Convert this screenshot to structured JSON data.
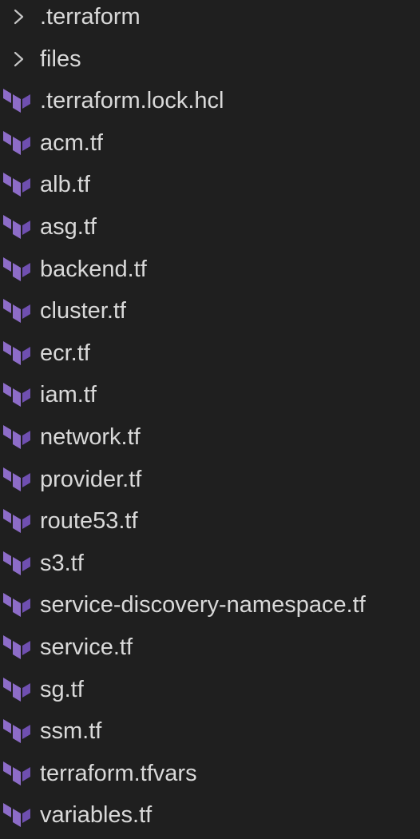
{
  "explorer": {
    "items": [
      {
        "type": "folder",
        "label": ".terraform",
        "icon": "chevron-right-icon",
        "expanded": false
      },
      {
        "type": "folder",
        "label": "files",
        "icon": "chevron-right-icon",
        "expanded": false
      },
      {
        "type": "file",
        "label": ".terraform.lock.hcl",
        "icon": "terraform-icon"
      },
      {
        "type": "file",
        "label": "acm.tf",
        "icon": "terraform-icon"
      },
      {
        "type": "file",
        "label": "alb.tf",
        "icon": "terraform-icon"
      },
      {
        "type": "file",
        "label": "asg.tf",
        "icon": "terraform-icon"
      },
      {
        "type": "file",
        "label": "backend.tf",
        "icon": "terraform-icon"
      },
      {
        "type": "file",
        "label": "cluster.tf",
        "icon": "terraform-icon"
      },
      {
        "type": "file",
        "label": "ecr.tf",
        "icon": "terraform-icon"
      },
      {
        "type": "file",
        "label": "iam.tf",
        "icon": "terraform-icon"
      },
      {
        "type": "file",
        "label": "network.tf",
        "icon": "terraform-icon"
      },
      {
        "type": "file",
        "label": "provider.tf",
        "icon": "terraform-icon"
      },
      {
        "type": "file",
        "label": "route53.tf",
        "icon": "terraform-icon"
      },
      {
        "type": "file",
        "label": "s3.tf",
        "icon": "terraform-icon"
      },
      {
        "type": "file",
        "label": "service-discovery-namespace.tf",
        "icon": "terraform-icon"
      },
      {
        "type": "file",
        "label": "service.tf",
        "icon": "terraform-icon"
      },
      {
        "type": "file",
        "label": "sg.tf",
        "icon": "terraform-icon"
      },
      {
        "type": "file",
        "label": "ssm.tf",
        "icon": "terraform-icon"
      },
      {
        "type": "file",
        "label": "terraform.tfvars",
        "icon": "terraform-icon"
      },
      {
        "type": "file",
        "label": "variables.tf",
        "icon": "terraform-icon"
      }
    ]
  },
  "colors": {
    "background": "#1f1f1f",
    "text": "#d9d9d9",
    "chevron": "#c5c5c5",
    "terraform_purple": "#8d6cc8"
  }
}
